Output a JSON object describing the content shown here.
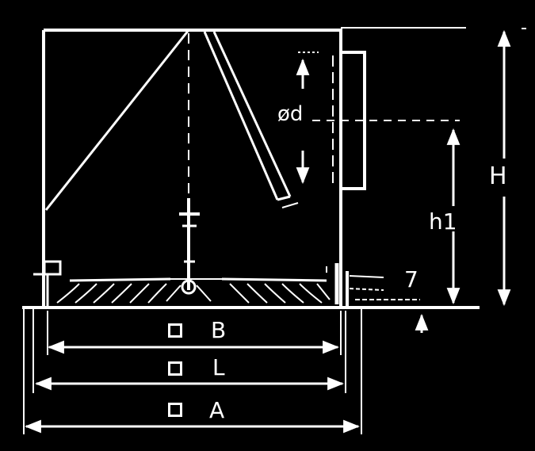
{
  "labels": {
    "od": "ød",
    "H": "H",
    "h1": "h1",
    "B": "B",
    "L": "L",
    "A": "A",
    "seven": "7"
  },
  "colors": {
    "background": "#000000",
    "line": "#ffffff"
  }
}
